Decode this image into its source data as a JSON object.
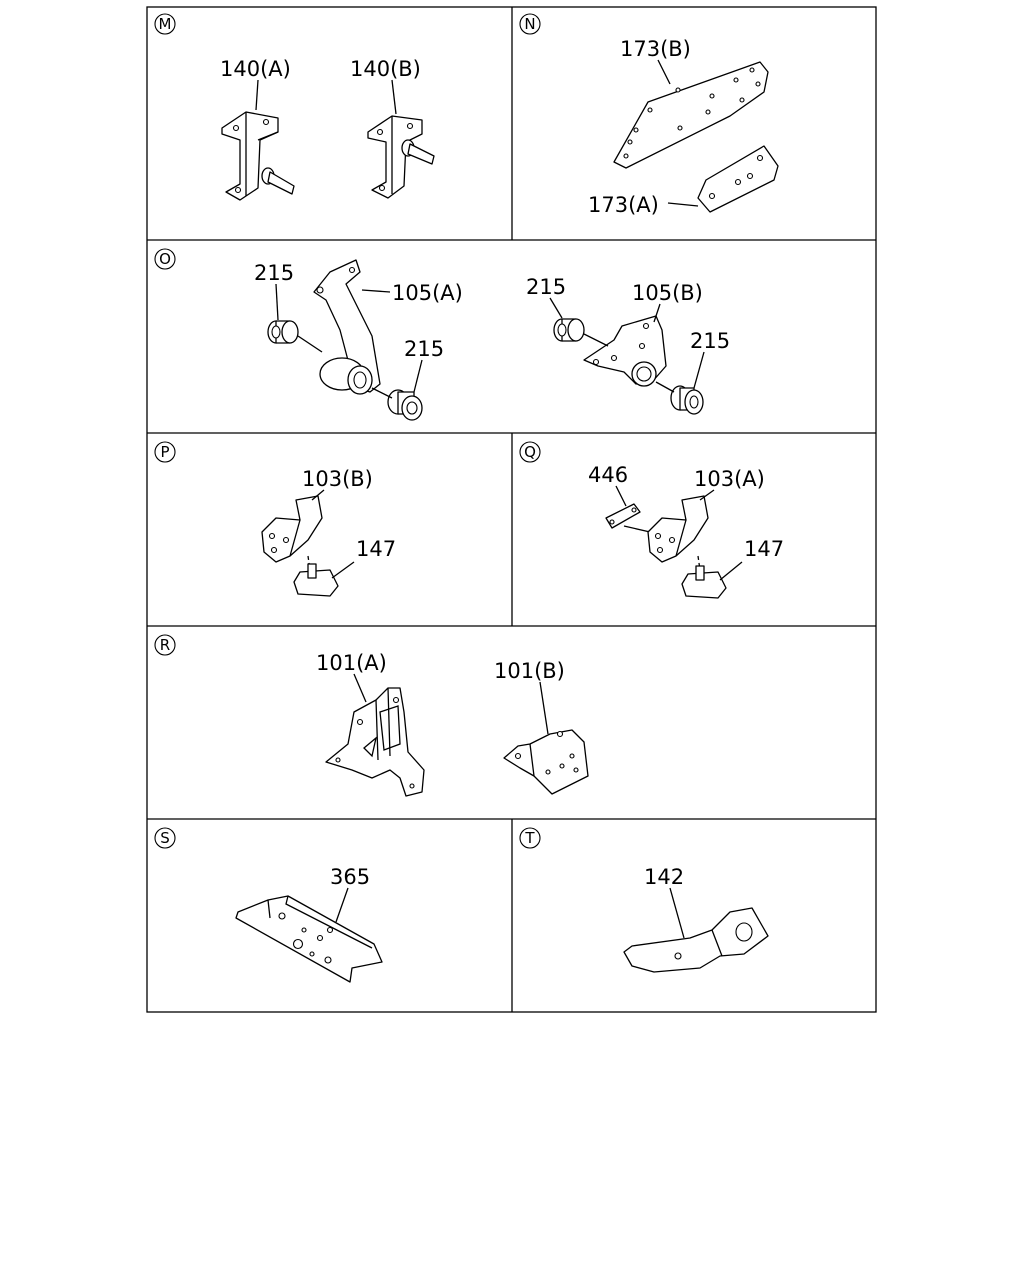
{
  "sections": [
    {
      "id": "M",
      "labels": [
        "140(A)",
        "140(B)"
      ]
    },
    {
      "id": "N",
      "labels": [
        "173(B)",
        "173(A)"
      ]
    },
    {
      "id": "O",
      "labels": [
        "215",
        "105(A)",
        "215",
        "215",
        "105(B)",
        "215"
      ]
    },
    {
      "id": "P",
      "labels": [
        "103(B)",
        "147"
      ]
    },
    {
      "id": "Q",
      "labels": [
        "446",
        "103(A)",
        "147"
      ]
    },
    {
      "id": "R",
      "labels": [
        "101(A)",
        "101(B)"
      ]
    },
    {
      "id": "S",
      "labels": [
        "365"
      ]
    },
    {
      "id": "T",
      "labels": [
        "142"
      ]
    }
  ]
}
